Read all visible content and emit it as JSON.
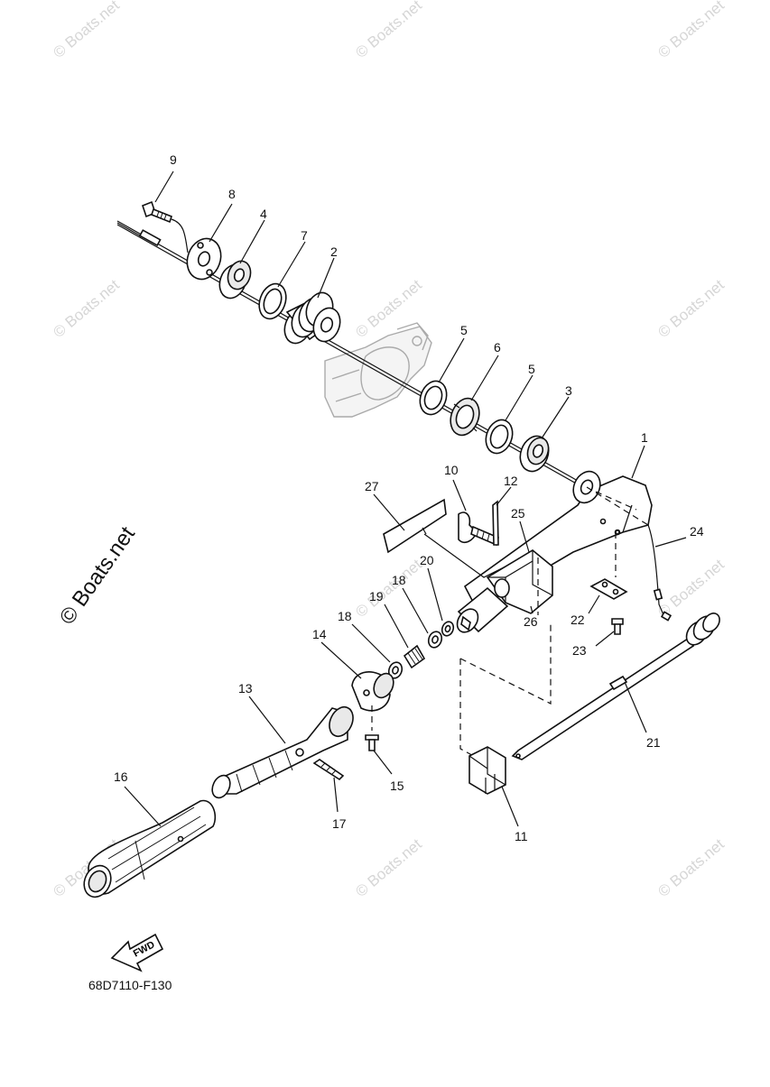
{
  "watermark": {
    "text": "© Boats.net",
    "color": "#cfcfcf"
  },
  "side_watermark": "© Boats.net",
  "diagram_code": "68D7110-F130",
  "fwd_label": "FWD",
  "callouts": [
    "1",
    "2",
    "3",
    "4",
    "5",
    "5",
    "6",
    "7",
    "8",
    "9",
    "10",
    "11",
    "12",
    "13",
    "14",
    "15",
    "16",
    "17",
    "18",
    "18",
    "19",
    "20",
    "21",
    "22",
    "23",
    "24",
    "25",
    "26",
    "27"
  ]
}
